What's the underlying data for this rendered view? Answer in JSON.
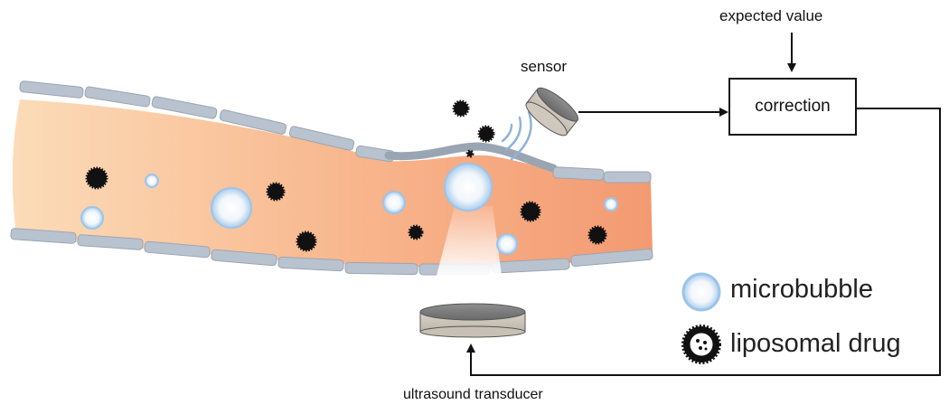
{
  "labels": {
    "expected_value": "expected value",
    "sensor": "sensor",
    "correction": "correction",
    "ultrasound_transducer": "ultrasound transducer"
  },
  "legend": {
    "microbubble": "microbubble",
    "liposomal_drug": "liposomal drug"
  },
  "colors": {
    "vessel_light": "#fbd9b4",
    "vessel_dark": "#f49a72",
    "wall_cells": "#b9c3cf",
    "microbubble_edge": "#9cc4ea",
    "drug_particle": "#111111",
    "line": "#111111"
  }
}
